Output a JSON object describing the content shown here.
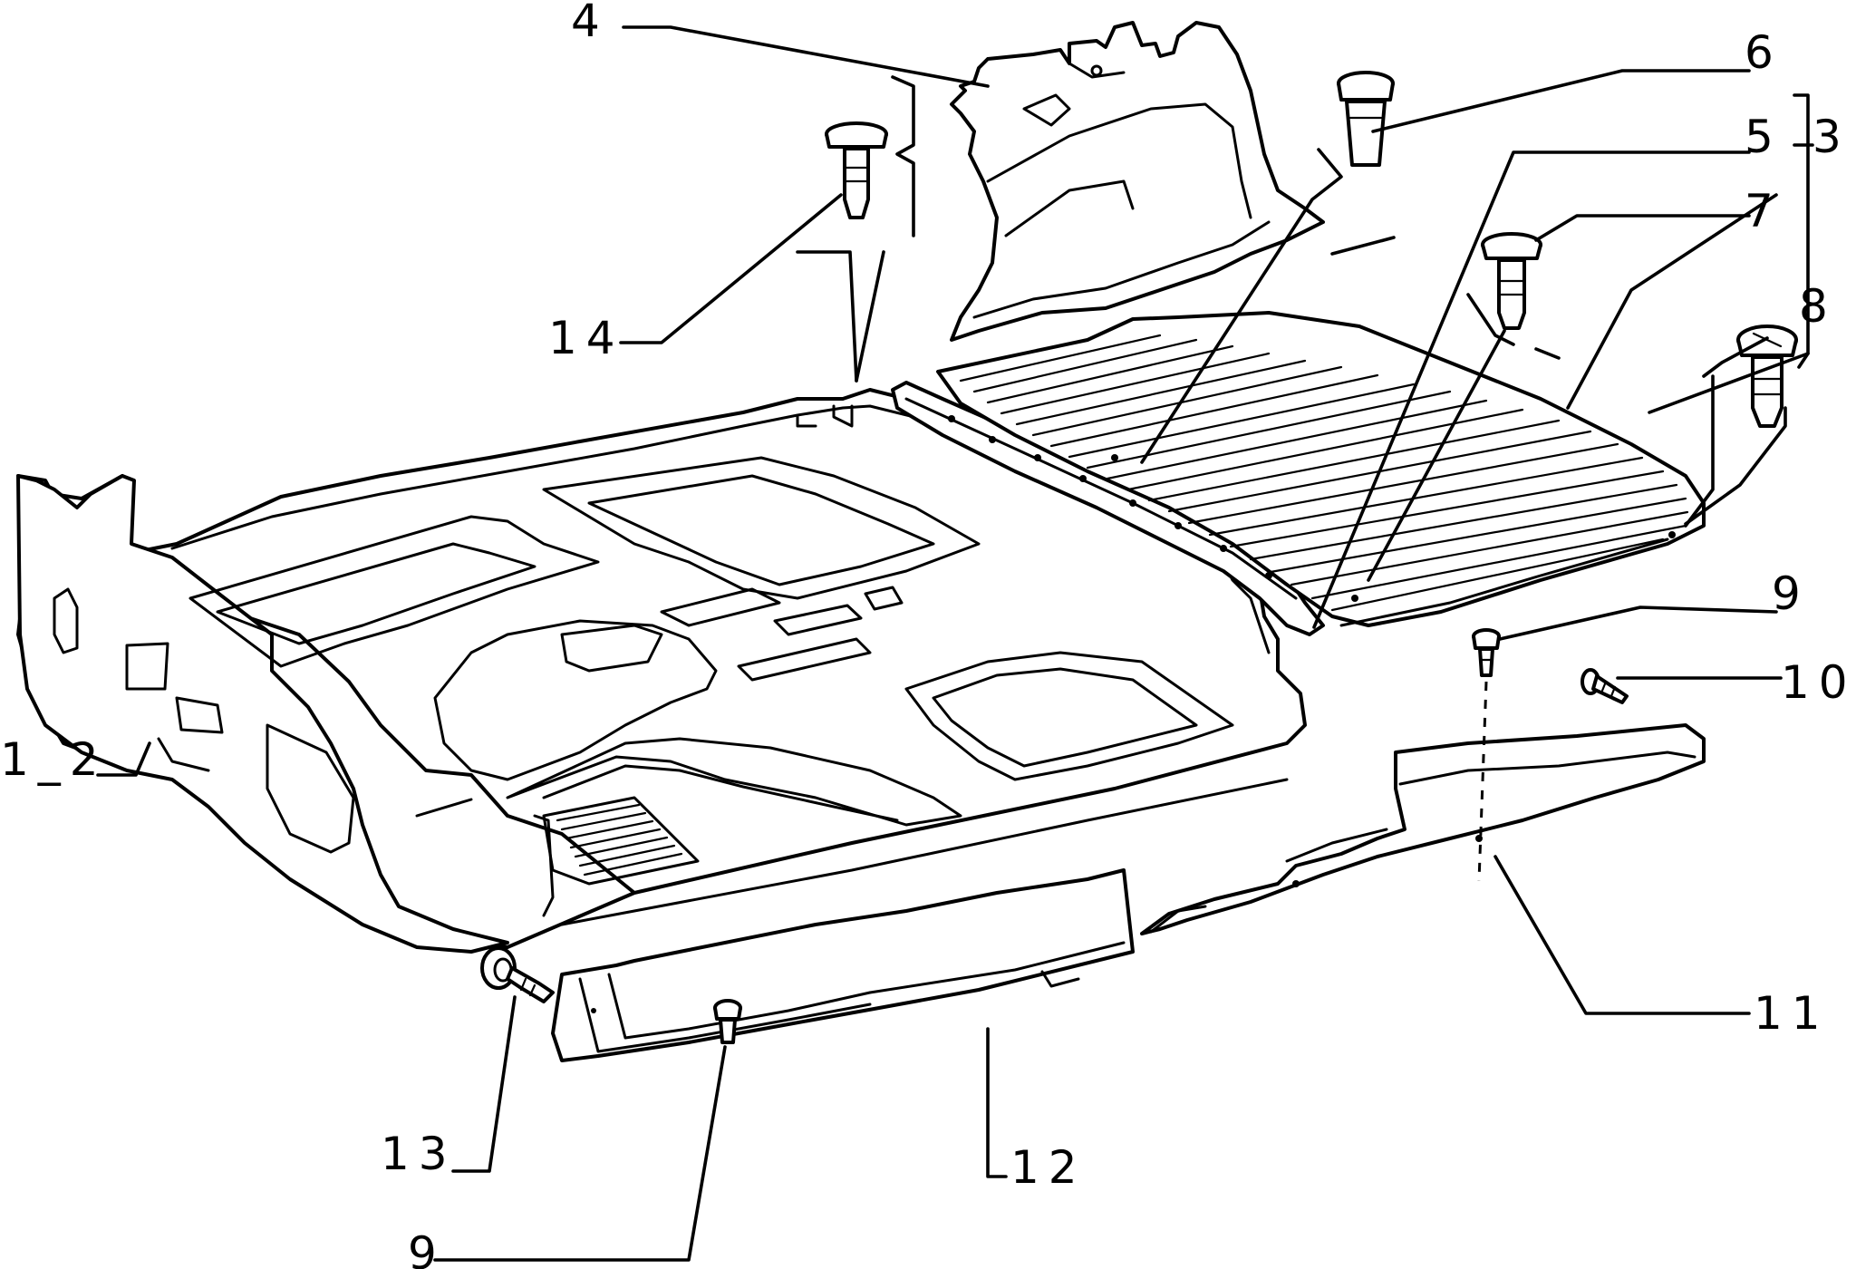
{
  "callouts": {
    "c1_2": "1_2",
    "c3": "3",
    "c4": "4",
    "c5": "5",
    "c6": "6",
    "c7": "7",
    "c8": "8",
    "c9a": "9",
    "c9b": "9",
    "c10": "10",
    "c11": "11",
    "c12": "12",
    "c13": "13",
    "c14": "14"
  },
  "colors": {
    "line": "#000000",
    "background": "#ffffff"
  }
}
